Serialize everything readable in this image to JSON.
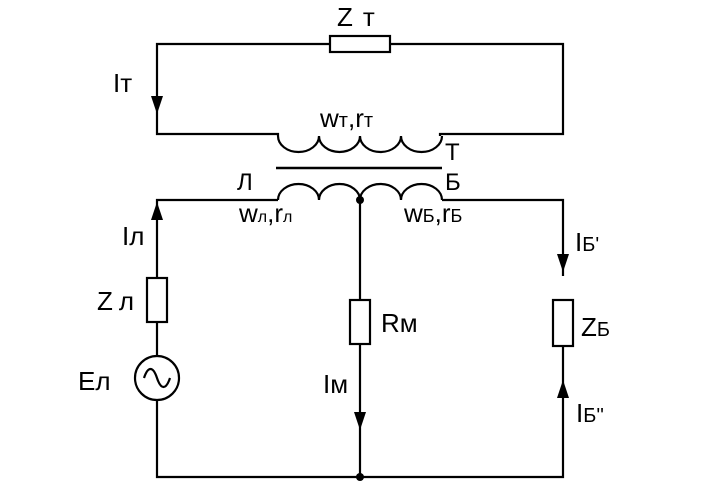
{
  "labels": {
    "zt_main": "Z",
    "zt_sub": "т",
    "it_main": "I",
    "it_sub": "т",
    "wt_w": "w",
    "wt_sub1": "т",
    "wt_comma": ",",
    "wt_r": "r",
    "wt_sub2": "т",
    "t_letter": "Т",
    "l_letter": "Л",
    "b_letter": "Б",
    "wl_w": "w",
    "wl_sub1": "л",
    "wl_comma": ",",
    "wl_r": "r",
    "wl_sub2": "л",
    "wb_w": "w",
    "wb_sub1": "Б",
    "wb_comma": ",",
    "wb_r": "r",
    "wb_sub2": "Б",
    "il_main": "I",
    "il_sub": "л",
    "zl_main": "Z",
    "zl_sub": "л",
    "el_main": "E",
    "el_sub": "л",
    "rm_main": "R",
    "rm_sub": "м",
    "im_main": "I",
    "im_sub": "м",
    "ib1_main": "I",
    "ib1_sub": "Б'",
    "zb_main": "Z",
    "zb_sub": "Б",
    "ib2_main": "I",
    "ib2_sub": "Б''"
  },
  "colors": {
    "ink": "#000000",
    "background": "#ffffff"
  }
}
